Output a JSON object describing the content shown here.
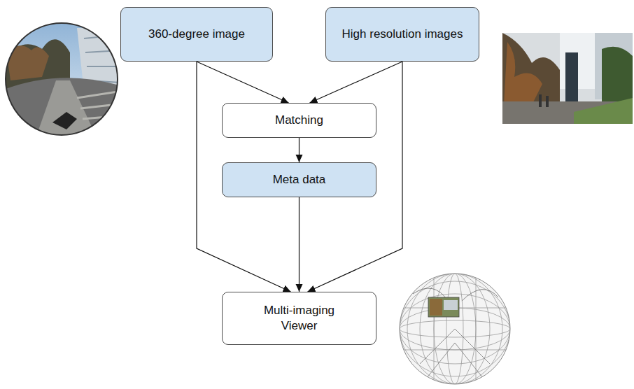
{
  "diagram": {
    "nodes": [
      {
        "text": [
          "360-degree image"
        ]
      },
      {
        "text": [
          "High resolution images"
        ]
      },
      {
        "text": [
          "Matching"
        ]
      },
      {
        "text": [
          "Meta data"
        ]
      },
      {
        "text": [
          "Multi-imaging Viewer"
        ]
      }
    ],
    "edges": [
      {
        "from": 0,
        "to": 2,
        "arrow": "to"
      },
      {
        "from": 1,
        "to": 2,
        "arrow": "to"
      },
      {
        "from": 2,
        "to": 3,
        "arrow": "to"
      },
      {
        "from": 0,
        "to": 4,
        "arrow": "to"
      },
      {
        "from": 3,
        "to": 4,
        "arrow": "to"
      },
      {
        "from": 1,
        "to": 4,
        "arrow": "to"
      }
    ]
  }
}
